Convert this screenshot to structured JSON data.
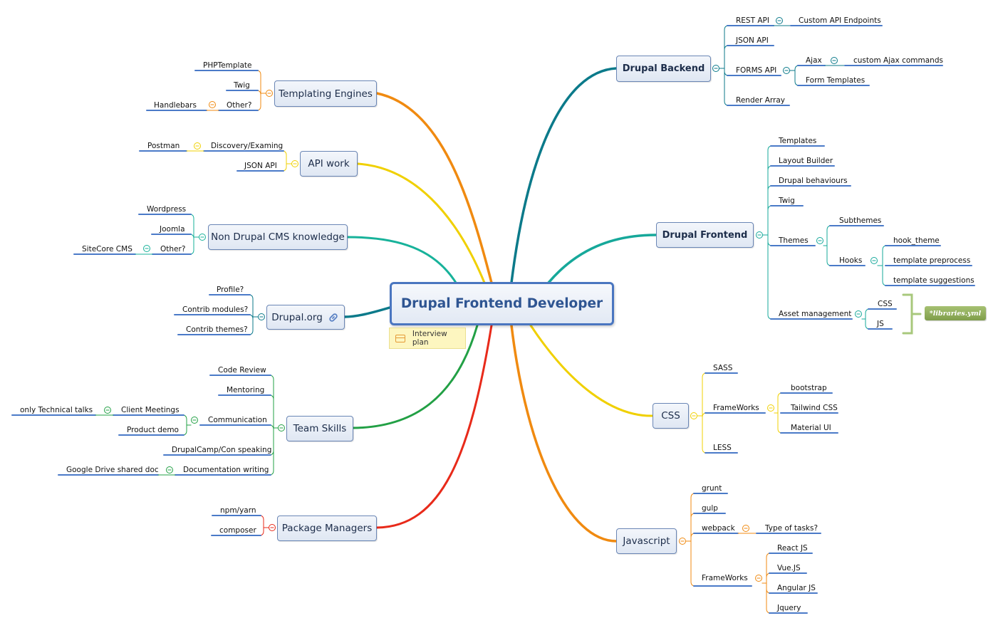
{
  "central": "Drupal Frontend Developer",
  "note": "Interview plan",
  "libraries_tag": "*libraries.yml",
  "branches": {
    "templating": {
      "label": "Templating Engines",
      "items": [
        "PHPTemplate",
        "Twig",
        "Other?",
        "Handlebars"
      ]
    },
    "api": {
      "label": "API work",
      "items": [
        "Discovery/Examing",
        "Postman",
        "JSON API"
      ]
    },
    "cms": {
      "label": "Non Drupal CMS knowledge",
      "items": [
        "Wordpress",
        "Joomla",
        "Other?",
        "SiteCore CMS"
      ]
    },
    "drupalorg": {
      "label": "Drupal.org",
      "items": [
        "Profile?",
        "Contrib modules?",
        "Contrib themes?"
      ]
    },
    "team": {
      "label": "Team Skills",
      "items": [
        "Code Review",
        "Mentoring",
        "Communication",
        "Client Meetings",
        "only Technical talks",
        "Product demo",
        "DrupalCamp/Con speaking",
        "Documentation writing",
        "Google Drive shared doc"
      ]
    },
    "package": {
      "label": "Package Managers",
      "items": [
        "npm/yarn",
        "composer"
      ]
    },
    "backend": {
      "label": "Drupal Backend",
      "items": [
        "REST API",
        "Custom API Endpoints",
        "JSON API",
        "FORMS API",
        "Ajax",
        "custom Ajax commands",
        "Form Templates",
        "Render Array"
      ]
    },
    "frontend": {
      "label": "Drupal Frontend",
      "items": [
        "Templates",
        "Layout Builder",
        "Drupal behaviours",
        "Twig",
        "Themes",
        "Subthemes",
        "Hooks",
        "hook_theme",
        "template preprocess",
        "template suggestions",
        "Asset management",
        "CSS",
        "JS"
      ]
    },
    "css": {
      "label": "CSS",
      "items": [
        "SASS",
        "FrameWorks",
        "bootstrap",
        "Tailwind CSS",
        "Material UI",
        "LESS"
      ]
    },
    "js": {
      "label": "Javascript",
      "items": [
        "grunt",
        "gulp",
        "webpack",
        "Type of tasks?",
        "FrameWorks",
        "React JS",
        "Vue.JS",
        "Angular JS",
        "Jquery"
      ]
    }
  },
  "colors": {
    "backend": "#0b7a8a",
    "frontend": "#16a89a",
    "css": "#f0d000",
    "js": "#f08a10",
    "templating": "#f08a10",
    "api": "#f0d000",
    "cms": "#17b29a",
    "drupalorg": "#0b7a8a",
    "team": "#22a045",
    "package": "#e82a1a",
    "underline": "#4a7ac8",
    "collapse_marker": "#d98b1a"
  }
}
